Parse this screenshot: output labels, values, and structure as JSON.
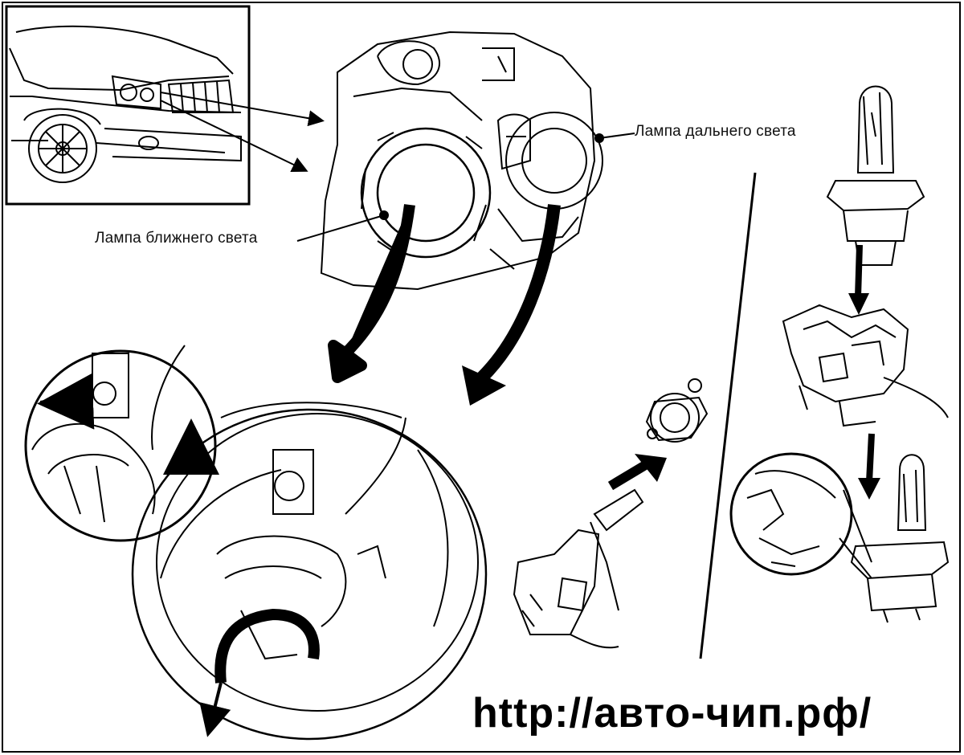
{
  "labels": {
    "low_beam": "Лампа ближнего света",
    "high_beam": "Лампа дальнего света"
  },
  "watermark": "http://авто-чип.рф/",
  "colors": {
    "ink": "#000000",
    "paper": "#ffffff"
  }
}
